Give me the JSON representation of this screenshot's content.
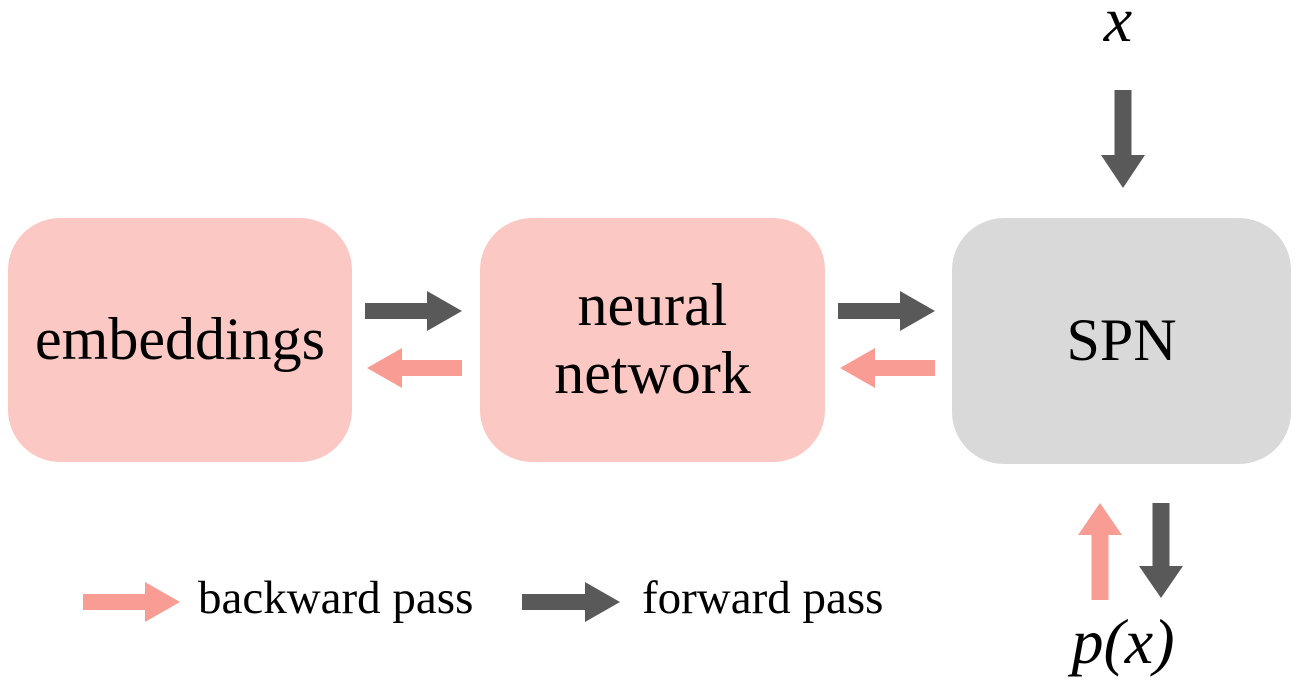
{
  "colors": {
    "background": "#ffffff",
    "node_pink": "#fbc8c4",
    "node_gray": "#d9d9d9",
    "arrow_pink": "#f99c94",
    "arrow_gray": "#595959",
    "text": "#000000"
  },
  "nodes": [
    {
      "id": "embeddings",
      "label": "embeddings",
      "fill_key": "node_pink"
    },
    {
      "id": "neural-network",
      "label": "neural network",
      "fill_key": "node_pink"
    },
    {
      "id": "spn",
      "label": "SPN",
      "fill_key": "node_gray"
    }
  ],
  "edges": [
    {
      "from": "embeddings",
      "to": "neural-network",
      "type": "forward pass",
      "color_key": "arrow_gray"
    },
    {
      "from": "neural-network",
      "to": "embeddings",
      "type": "backward pass",
      "color_key": "arrow_pink"
    },
    {
      "from": "neural-network",
      "to": "spn",
      "type": "forward pass",
      "color_key": "arrow_gray"
    },
    {
      "from": "spn",
      "to": "neural-network",
      "type": "backward pass",
      "color_key": "arrow_pink"
    },
    {
      "from": "x",
      "to": "spn",
      "type": "forward pass",
      "color_key": "arrow_gray"
    },
    {
      "from": "spn",
      "to": "p(x)",
      "type": "forward pass",
      "color_key": "arrow_gray"
    },
    {
      "from": "p(x)",
      "to": "spn",
      "type": "backward pass",
      "color_key": "arrow_pink"
    }
  ],
  "io": {
    "input_label": "x",
    "output_label": "p(x)"
  },
  "legend": {
    "items": [
      {
        "icon": "backward-arrow-icon",
        "label": "backward pass",
        "color_key": "arrow_pink"
      },
      {
        "icon": "forward-arrow-icon",
        "label": "forward pass",
        "color_key": "arrow_gray"
      }
    ]
  }
}
